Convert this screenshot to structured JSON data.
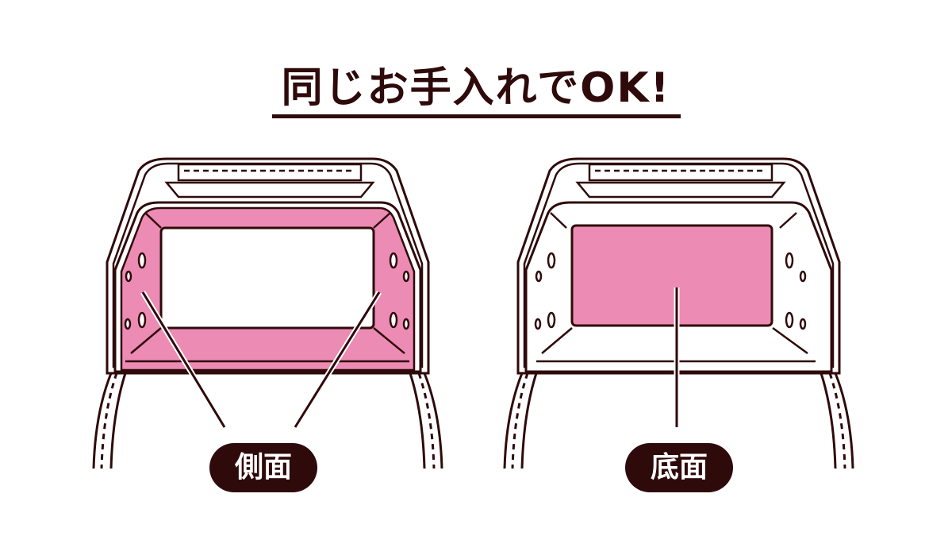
{
  "title": "同じお手入れでOK!",
  "colors": {
    "ink": "#2f0a0a",
    "pink": "#ec8bb4",
    "background": "#ffffff"
  },
  "panels": [
    {
      "label": "側面",
      "highlight": "side-walls"
    },
    {
      "label": "底面",
      "highlight": "bottom"
    }
  ]
}
